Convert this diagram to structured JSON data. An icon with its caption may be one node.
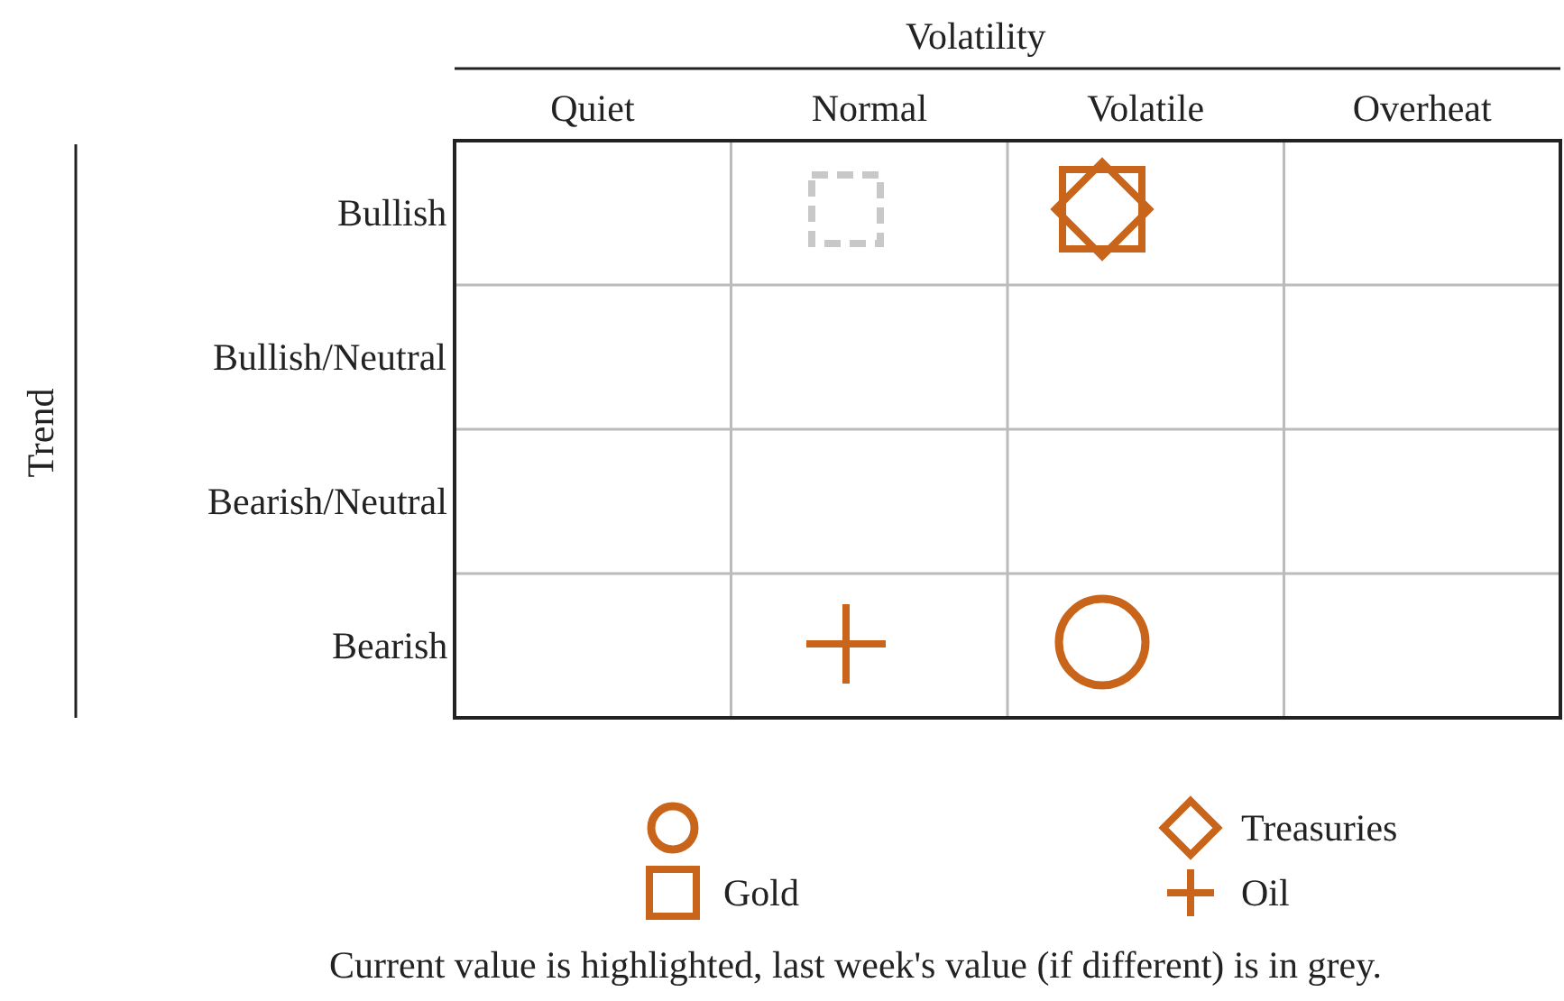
{
  "diagram": {
    "caption": "Current value is highlighted, last week's value (if different) is in grey.",
    "labels": [
      "Volatility",
      "Quiet",
      "Normal",
      "Volatile",
      "Overheat",
      "Trend",
      "Bullish",
      "Bullish/Neutral",
      "Bearish/Neutral",
      "Bearish"
    ],
    "legend": [
      {
        "text": "Treasuries"
      },
      {
        "text": "Gold"
      },
      {
        "text": "Oil"
      }
    ]
  }
}
